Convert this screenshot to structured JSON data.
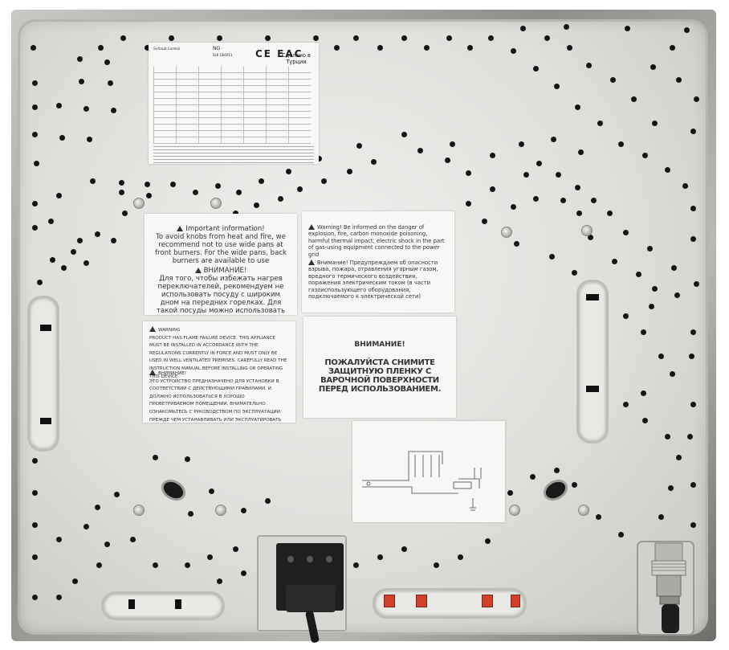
{
  "rating_plate": {
    "brand": "Schaub Lorenz",
    "gas_code": "NG",
    "certification": "CE EAC",
    "origin": "Сделано в Турции",
    "model": "SLK GE6011"
  },
  "sticker_info": {
    "title_en": "Important information!",
    "body_en": "To avoid knobs from heat and fire, we recommend not to use wide pans at front burners. For the wide pans, back burners are available to use",
    "title_ru": "ВНИМАНИЕ!",
    "body_ru": "Для того, чтобы избежать нагрев переключателей, рекомендуем не использовать посуду с широким дном на передних горелках. Для такой посуды можно использовать задние горелки."
  },
  "sticker_warning": {
    "body_en": "Warning! Be informed on the danger of explosion, fire, carbon monoxide poisoning, harmful thermal impact, electric shock in the part of gas-using equipment connected to the power grid",
    "body_ru": "Внимание! Предупреждаем об опасности взрыва, пожара, отравления угарным газом, вредного термического воздействия, поражения электрическим током (в части газоиспользующего оборудования, подключаемого к электрической сети)"
  },
  "sticker_flame": {
    "title_en": "WARNING",
    "body_en": "PRODUCT HAS FLAME FAILURE DEVICE. THIS APPLIANCE MUST BE INSTALLED IN ACCORDANCE WITH THE REGULATIONS CURRENTLY IN FORCE AND MUST ONLY BE USED IN WELL VENTILATED PREMISES. CAREFULLY READ THE INSTRUCTION MANUAL BEFORE INSTALLING OR OPERATING THIS DEVICE.",
    "title_ru": "ВНИМАНИЕ!",
    "body_ru": "ЭТО УСТРОЙСТВО ПРЕДНАЗНАЧЕНО ДЛЯ УСТАНОВКИ В СООТВЕТСТВИИ С ДЕЙСТВУЮЩИМИ ПРАВИЛАМИ, И ДОЛЖНО ИСПОЛЬЗОВАТЬСЯ В ХОРОШО ПРОВЕТРИВАЕМОМ ПОМЕЩЕНИИ. ВНИМАТЕЛЬНО ОЗНАКОМЬТЕСЬ С РУКОВОДСТВОМ ПО ЭКСПЛУАТАЦИИ ПРЕЖДЕ ЧЕМ УСТАНАВЛИВАТЬ ИЛИ ЭКСПЛУАТИРОВАТЬ ЭТО УСТРОЙСТВО."
  },
  "sticker_remove": {
    "title": "ВНИМАНИЕ!",
    "body": "ПОЖАЛУЙСТА СНИМИТЕ ЗАЩИТНУЮ ПЛЕНКУ С ВАРОЧНОЙ ПОВЕРХНОСТИ ПЕРЕД ИСПОЛЬЗОВАНИЕМ."
  },
  "colors": {
    "panel": "#e4e4e1",
    "frame": "#9a9a96",
    "holes": "#141414",
    "sticker": "#f7f7f6",
    "latch_red": "#d2402a"
  }
}
